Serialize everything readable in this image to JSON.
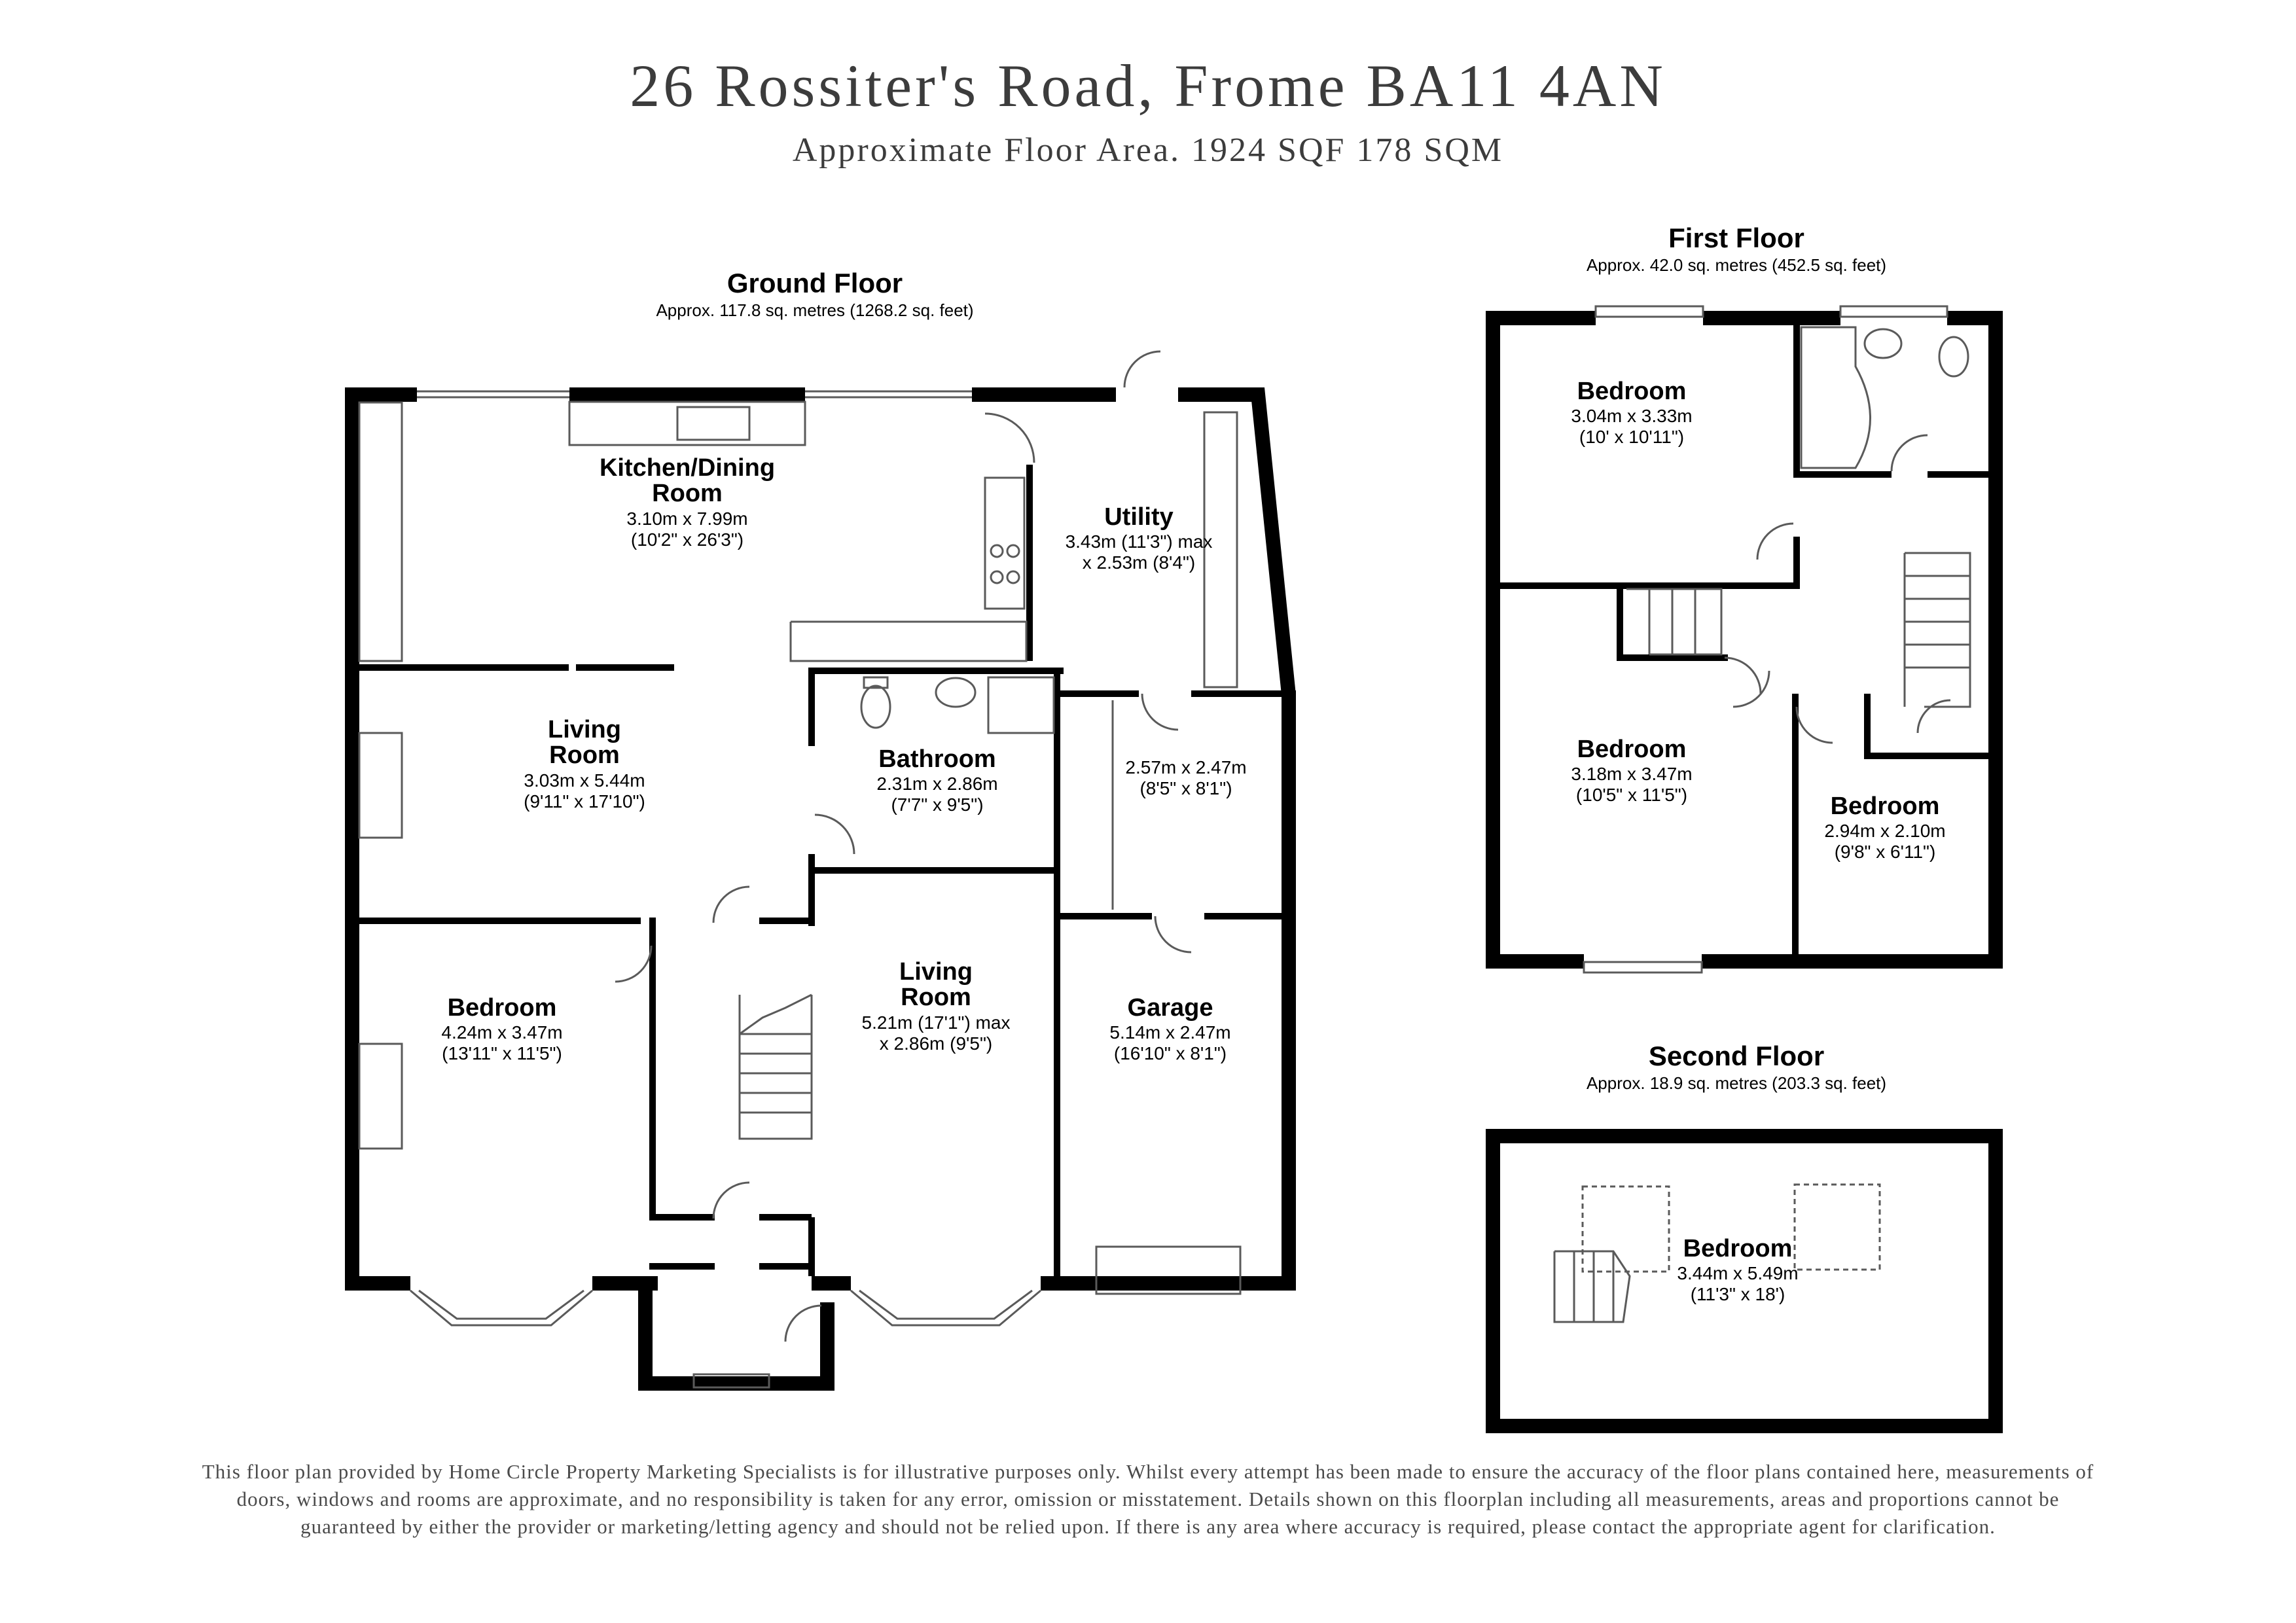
{
  "header": {
    "title": "26 Rossiter's Road, Frome BA11 4AN",
    "subtitle": "Approximate Floor Area. 1924 SQF 178 SQM"
  },
  "floors": {
    "ground": {
      "title": "Ground Floor",
      "area": "Approx. 117.8 sq. metres (1268.2 sq. feet)",
      "rooms": {
        "kitchen": {
          "name1": "Kitchen/Dining",
          "name2": "Room",
          "metric": "3.10m x 7.99m",
          "imperial": "(10'2\" x 26'3\")"
        },
        "utility": {
          "name": "Utility",
          "metric": "3.43m (11'3\") max",
          "imperial": "x 2.53m (8'4\")"
        },
        "living1": {
          "name1": "Living",
          "name2": "Room",
          "metric": "3.03m x 5.44m",
          "imperial": "(9'11\" x 17'10\")"
        },
        "bathroom": {
          "name": "Bathroom",
          "metric": "2.31m x 2.86m",
          "imperial": "(7'7\" x 9'5\")"
        },
        "store": {
          "metric": "2.57m x 2.47m",
          "imperial": "(8'5\" x 8'1\")"
        },
        "bedroom": {
          "name": "Bedroom",
          "metric": "4.24m x 3.47m",
          "imperial": "(13'11\" x 11'5\")"
        },
        "living2": {
          "name1": "Living",
          "name2": "Room",
          "metric": "5.21m (17'1\") max",
          "imperial": "x 2.86m (9'5\")"
        },
        "garage": {
          "name": "Garage",
          "metric": "5.14m x 2.47m",
          "imperial": "(16'10\" x 8'1\")"
        }
      }
    },
    "first": {
      "title": "First Floor",
      "area": "Approx. 42.0 sq. metres (452.5 sq. feet)",
      "rooms": {
        "bed1": {
          "name": "Bedroom",
          "metric": "3.04m x 3.33m",
          "imperial": "(10' x 10'11\")"
        },
        "bed2": {
          "name": "Bedroom",
          "metric": "3.18m x 3.47m",
          "imperial": "(10'5\" x 11'5\")"
        },
        "bed3": {
          "name": "Bedroom",
          "metric": "2.94m x 2.10m",
          "imperial": "(9'8\" x 6'11\")"
        }
      }
    },
    "second": {
      "title": "Second Floor",
      "area": "Approx. 18.9 sq. metres (203.3 sq. feet)",
      "rooms": {
        "bed": {
          "name": "Bedroom",
          "metric": "3.44m x 5.49m",
          "imperial": "(11'3\" x 18')"
        }
      }
    }
  },
  "disclaimer": "This floor plan provided by Home Circle Property Marketing Specialists is for illustrative purposes only. Whilst every attempt has been made to ensure the accuracy of the floor plans contained here, measurements of doors, windows and rooms are approximate, and no responsibility is taken for any error, omission or misstatement. Details shown on this floorplan including all measurements, areas and proportions cannot be guaranteed by either the provider or marketing/letting agency and should not be relied upon. If there is any area where accuracy is required, please contact the appropriate agent for clarification.",
  "colors": {
    "wall": "#000000",
    "fixture": "#5a5a5a",
    "text": "#3c3c3c"
  }
}
